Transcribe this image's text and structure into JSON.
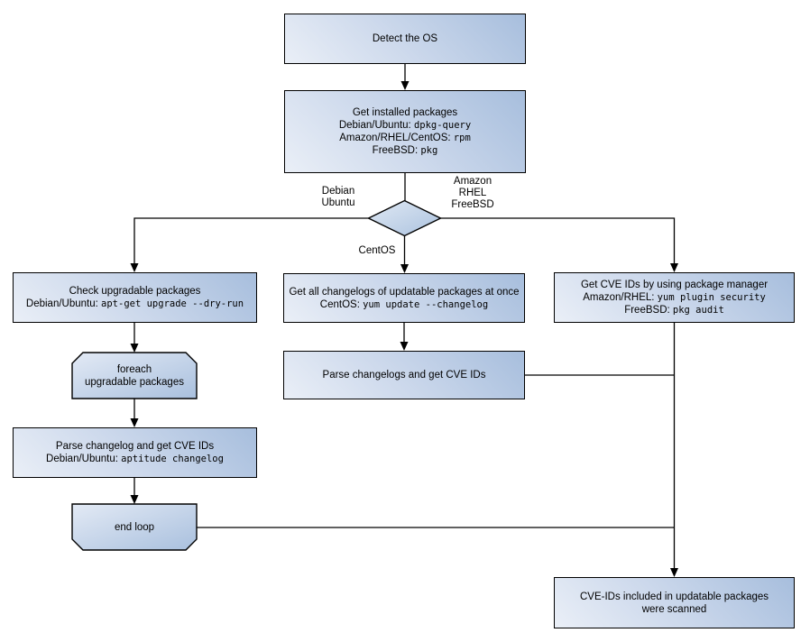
{
  "nodes": {
    "detect_os": {
      "lines": [
        {
          "text": "Detect the OS"
        }
      ]
    },
    "get_installed_packages": {
      "lines": [
        {
          "text": "Get installed packages"
        },
        {
          "text": "Debian/Ubuntu: ",
          "code": "dpkg-query"
        },
        {
          "text": "Amazon/RHEL/CentOS: ",
          "code": "rpm"
        },
        {
          "text": "FreeBSD: ",
          "code": "pkg"
        }
      ]
    },
    "check_upgradable_packages": {
      "lines": [
        {
          "text": "Check upgradable packages"
        },
        {
          "text": "Debian/Ubuntu: ",
          "code": "apt-get upgrade --dry-run"
        }
      ]
    },
    "foreach_loop": {
      "lines": [
        {
          "text": "foreach"
        },
        {
          "text": "upgradable packages"
        }
      ]
    },
    "parse_changelog": {
      "lines": [
        {
          "text": "Parse changelog and get CVE IDs"
        },
        {
          "text": "Debian/Ubuntu: ",
          "code": "aptitude changelog"
        }
      ]
    },
    "end_loop": {
      "lines": [
        {
          "text": "end loop"
        }
      ]
    },
    "get_all_changelogs": {
      "lines": [
        {
          "text": "Get all changelogs of updatable packages at once"
        },
        {
          "text": "CentOS: ",
          "code": "yum update --changelog"
        }
      ]
    },
    "parse_changelogs": {
      "lines": [
        {
          "text": "Parse changelogs and get CVE IDs"
        }
      ]
    },
    "get_cve_ids_pkg_manager": {
      "lines": [
        {
          "text": "Get CVE IDs by using package manager"
        },
        {
          "text": "Amazon/RHEL: ",
          "code": "yum plugin security"
        },
        {
          "text": "FreeBSD: ",
          "code": "pkg audit"
        }
      ]
    },
    "scan_result": {
      "lines": [
        {
          "text": "CVE-IDs included in updatable packages"
        },
        {
          "text": "were scanned"
        }
      ]
    }
  },
  "edge_labels": {
    "debian_ubuntu": {
      "lines": [
        {
          "text": "Debian"
        },
        {
          "text": "Ubuntu"
        }
      ]
    },
    "amazon_rhel_freebsd": {
      "lines": [
        {
          "text": "Amazon"
        },
        {
          "text": "RHEL"
        },
        {
          "text": "FreeBSD"
        }
      ]
    },
    "centos": {
      "lines": [
        {
          "text": "CentOS"
        }
      ]
    }
  },
  "colors": {
    "node_fill_light": "#eaeff7",
    "node_fill_dark": "#a7bedd",
    "node_border": "#000000",
    "connector": "#000000",
    "text": "#000000",
    "background": "#ffffff"
  }
}
